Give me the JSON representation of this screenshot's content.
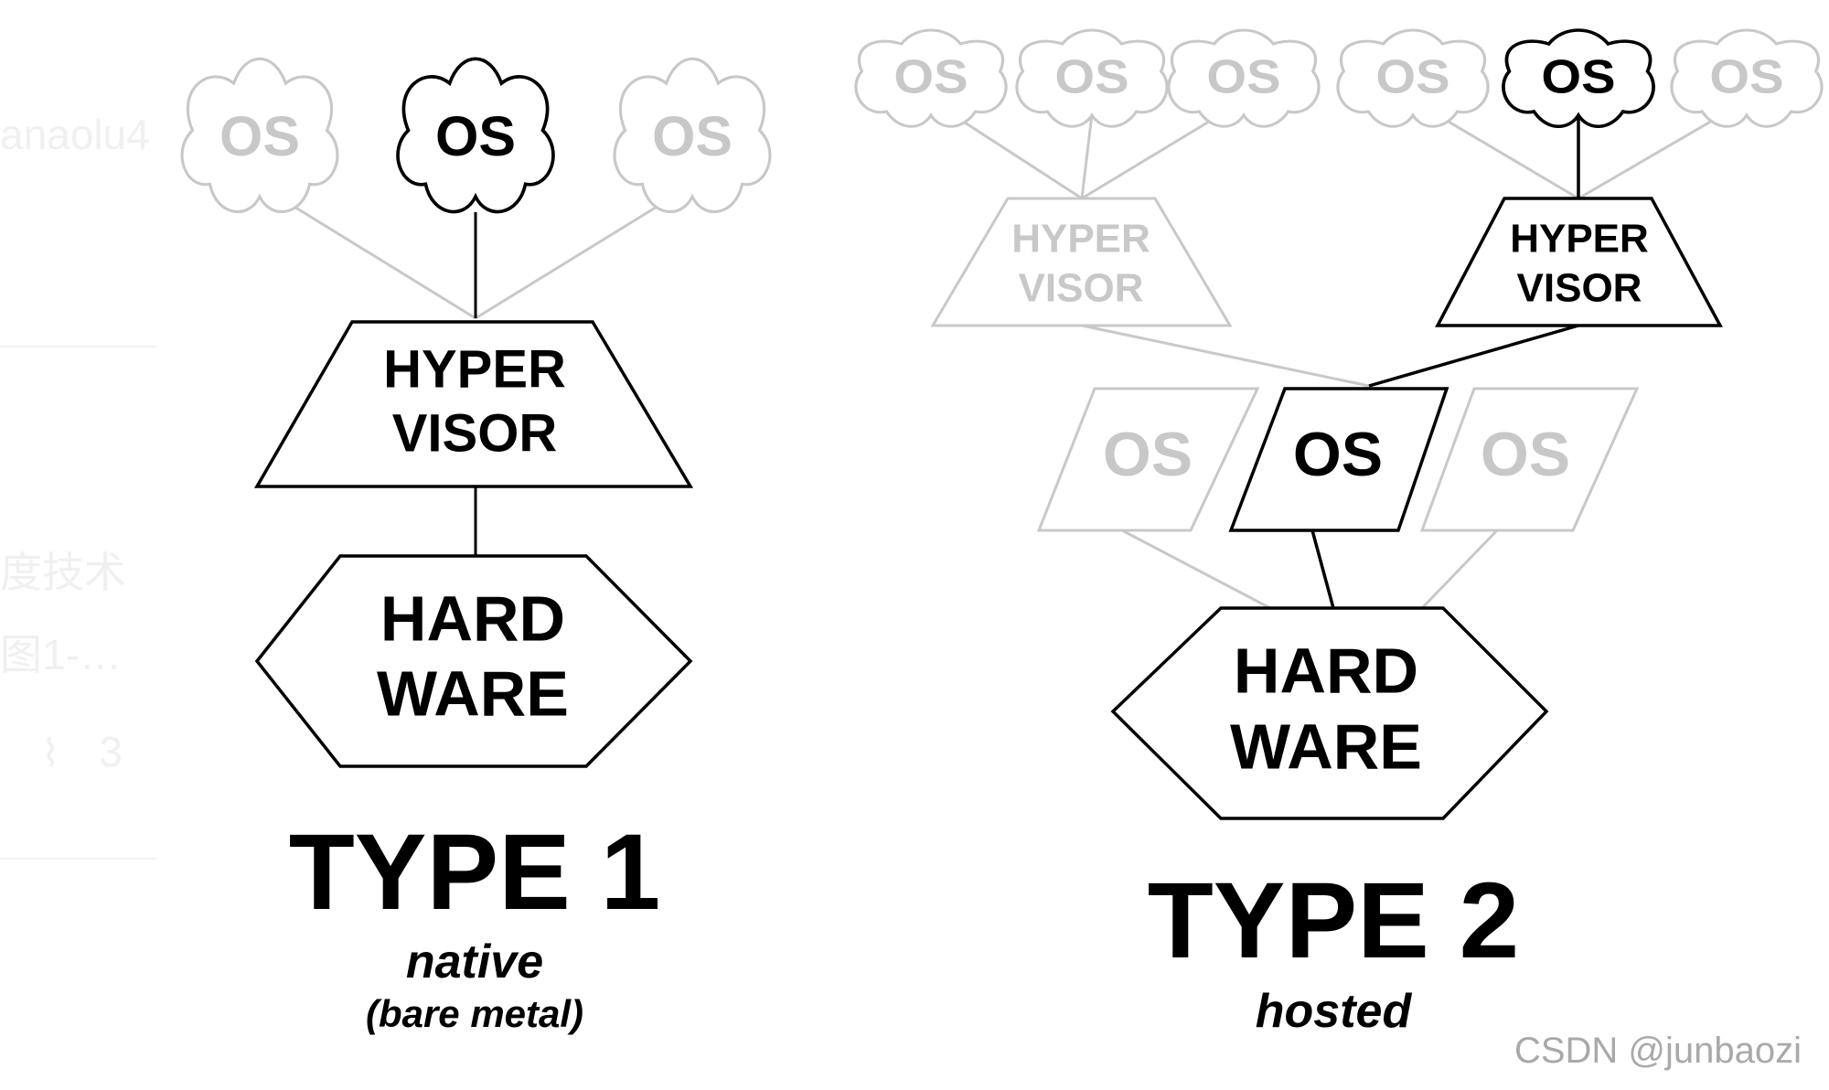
{
  "background": {
    "author_fragment": "anaolu4",
    "desc_line1": "度技术",
    "desc_line2": "图1-…",
    "attachment_count": "3"
  },
  "type1": {
    "os_labels": [
      "OS",
      "OS",
      "OS"
    ],
    "hypervisor_line1": "HYPER",
    "hypervisor_line2": "VISOR",
    "hardware_line1": "HARD",
    "hardware_line2": "WARE",
    "title": "TYPE 1",
    "subtitle": "native",
    "subtitle2": "(bare metal)"
  },
  "type2": {
    "cloud_os_labels": [
      "OS",
      "OS",
      "OS",
      "OS",
      "OS",
      "OS"
    ],
    "hypervisor_a_line1": "HYPER",
    "hypervisor_a_line2": "VISOR",
    "hypervisor_b_line1": "HYPER",
    "hypervisor_b_line2": "VISOR",
    "host_os_labels": [
      "OS",
      "OS",
      "OS"
    ],
    "hardware_line1": "HARD",
    "hardware_line2": "WARE",
    "title": "TYPE 2",
    "subtitle": "hosted"
  },
  "watermark": "CSDN @junbaozi",
  "colors": {
    "active": "#000000",
    "inactive": "#c8c8c8",
    "background": "#ffffff"
  }
}
